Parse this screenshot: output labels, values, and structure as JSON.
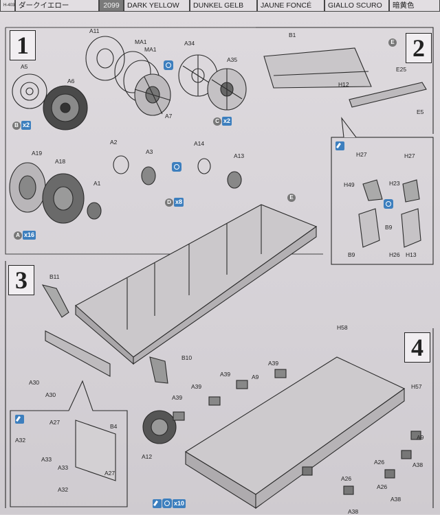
{
  "paint_row": {
    "ref": "H-403",
    "japanese": "ダークイエロー",
    "code": "2099",
    "english": "DARK YELLOW",
    "german": "DUNKEL GELB",
    "french": "JAUNE FONCÉ",
    "italian": "GIALLO SCURO",
    "chinese": "暗黄色"
  },
  "steps": {
    "s1": "1",
    "s2": "2",
    "s3": "3",
    "s4": "4"
  },
  "step1": {
    "labels": [
      "A11",
      "MA1",
      "MA1",
      "A34",
      "A35",
      "A5",
      "A6",
      "A7",
      "A19",
      "A18",
      "A1",
      "A2",
      "A3",
      "A14",
      "A13"
    ],
    "qty_b": {
      "letter": "B",
      "mult": "x2"
    },
    "qty_c": {
      "letter": "C",
      "mult": "x2"
    },
    "qty_d": {
      "letter": "D",
      "mult": "x8"
    },
    "qty_a": {
      "letter": "A",
      "mult": "x16"
    }
  },
  "step2": {
    "labels": [
      "B1",
      "E25",
      "H12",
      "E5",
      "E"
    ],
    "inset_labels": [
      "H27",
      "H27",
      "H49",
      "H23",
      "B9",
      "B9",
      "H26",
      "H13"
    ]
  },
  "hull": {
    "label": "E"
  },
  "step3": {
    "labels": [
      "B11",
      "B10",
      "A30",
      "A30"
    ],
    "inset_labels": [
      "A27",
      "B4",
      "A32",
      "A33",
      "A33",
      "A27",
      "A32"
    ]
  },
  "step4": {
    "labels": [
      "H58",
      "A39",
      "A39",
      "A9",
      "A39",
      "A39",
      "H57",
      "A12",
      "A9",
      "A26",
      "A26",
      "A38",
      "A26",
      "A38",
      "A38"
    ]
  },
  "bottom_qty": {
    "mult": "x10"
  }
}
